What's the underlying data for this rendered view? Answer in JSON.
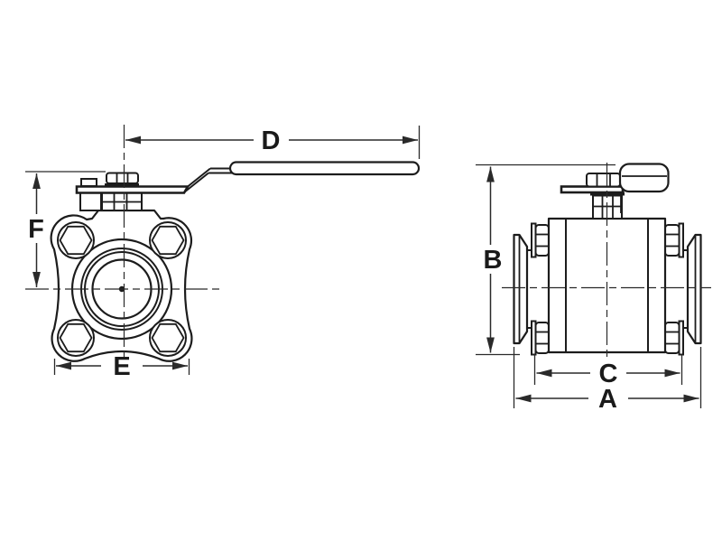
{
  "drawing": {
    "title": "Ball valve dimensional outline drawing (front and side views)",
    "background_color": "#ffffff",
    "line_color": "#1c1c1c"
  },
  "labels": {
    "d": "D",
    "f": "F",
    "e": "E",
    "b": "B",
    "c": "C",
    "a": "A"
  }
}
